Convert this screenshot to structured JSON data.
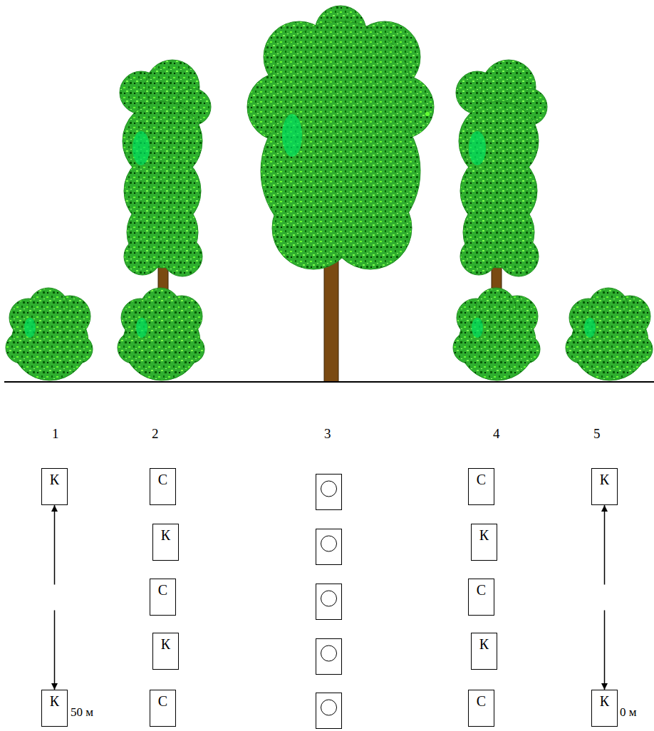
{
  "diagram": {
    "nodes": [
      {
        "text": [
          "К"
        ]
      },
      {
        "text": [
          "С"
        ]
      },
      {
        "text": [
          "С"
        ]
      },
      {
        "text": [
          "К"
        ]
      },
      {
        "text": [
          "К"
        ]
      },
      {
        "text": [
          "К"
        ]
      },
      {
        "text": [
          "С"
        ]
      },
      {
        "text": [
          "С"
        ]
      },
      {
        "text": [
          "К"
        ]
      },
      {
        "text": [
          "К"
        ]
      },
      {
        "text": [
          "К"
        ]
      },
      {
        "text": [
          "С"
        ]
      },
      {
        "text": [
          "С"
        ]
      },
      {
        "text": [
          "К"
        ]
      }
    ],
    "edges": [
      {
        "from": 10,
        "to": 0,
        "arrow": "both"
      },
      {
        "from": 13,
        "to": 3,
        "arrow": "both"
      }
    ],
    "labels": [
      "1",
      "2",
      "3",
      "4",
      "5",
      "50 м",
      "0 м"
    ]
  }
}
